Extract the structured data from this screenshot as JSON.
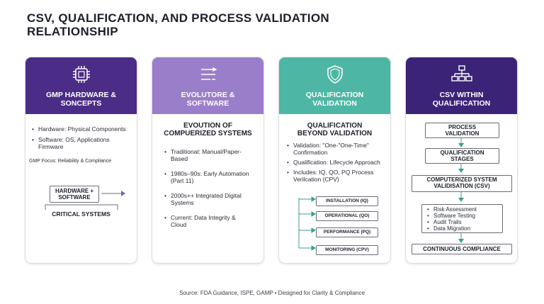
{
  "title": {
    "line1": "CSV, QUALIFICATION, AND PROCESS VALIDATION",
    "line2": "RELATIONSHIP"
  },
  "cards": [
    {
      "icon": "chip-icon",
      "color": "#4b2c87",
      "heading_line1": "GMP HARDWARE &",
      "heading_line2": "SONCEPTS",
      "bullets": [
        "Hardware: Physical Components",
        "Software: OS, Applications Firmware"
      ],
      "focus": "GMP Focus: Reliability & Compliance",
      "box_line1": "HARDWARE +",
      "box_line2": "SOFTWARE",
      "bottom_label": "CRITICAL SYSTEMS"
    },
    {
      "icon": "lines-icon",
      "color": "#9b7ec9",
      "heading_line1": "EVOLUTORE &",
      "heading_line2": "SOFTWARE",
      "sub_line1": "EVOUTION OF",
      "sub_line2": "COMPUERIZED SYSTEMS",
      "bullets": [
        "Traditional: Manual/Paper-Based",
        "1980s–90s: Early Automation (Part 11)",
        "2000s++ Integrated Digital Systems",
        "Current: Data Integrity & Cloud"
      ]
    },
    {
      "icon": "shield-icon",
      "color": "#4db6a5",
      "heading_line1": "QUALIFICATION",
      "heading_line2": "VALIDATION",
      "sub_line1": "QUALIFICATION",
      "sub_line2": "BEYOND VALIDATION",
      "bullets": [
        "Validation: \"One-\"One-Time\" Confirmation",
        "Qualification: Lifecycle Approach",
        "Includes: IQ, QO, PQ Process Verilcation (CPV)"
      ],
      "stages": [
        "INSTALLATION (IQ)",
        "OPERATIONAL (QO)",
        "PERFORMANCE (PQ)",
        "MONITORING (CPV)"
      ]
    },
    {
      "icon": "org-chart-icon",
      "color": "#3b2378",
      "heading_line1": "CSV WITHIN",
      "heading_line2": "QUALIFICATION",
      "flow": {
        "step1_line1": "PROCESS",
        "step1_line2": "VALIDATION",
        "step2_line1": "QUALIFICATION",
        "step2_line2": "STAGES",
        "step3_line1": "COMPUTERIZED SYSTEM",
        "step3_line2": "VALIDISATION (CSV)",
        "items": [
          "Risk Assessment",
          "Software Testing",
          "Audit Trails",
          "Data Migration"
        ],
        "final": "CONTINUOUS COMPLIANCE"
      }
    }
  ],
  "footer": "Source: FDA Guidance, ISPE, GAMP  •  Designed for Clarity & Compliance"
}
